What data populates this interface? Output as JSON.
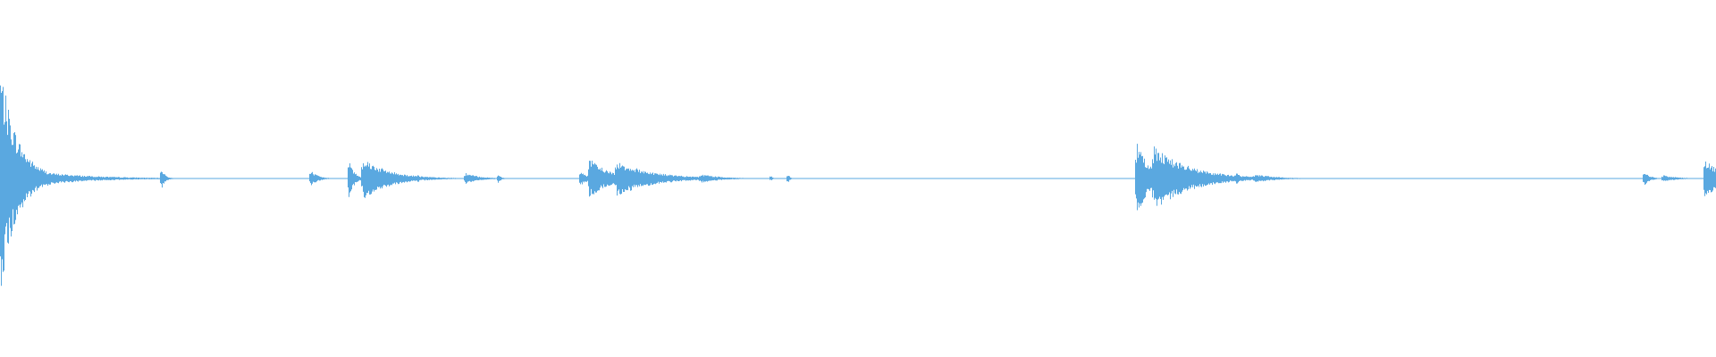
{
  "waveform": {
    "color": "#5aa8e0",
    "background": "#ffffff",
    "baseline_amplitude": 0.004,
    "events": [
      {
        "time": 0.0,
        "peak": 0.98,
        "decay": 0.01
      },
      {
        "time": 0.008,
        "peak": 0.1,
        "decay": 0.03
      },
      {
        "time": 0.094,
        "peak": 0.1,
        "decay": 0.002
      },
      {
        "time": 0.181,
        "peak": 0.07,
        "decay": 0.004
      },
      {
        "time": 0.203,
        "peak": 0.18,
        "decay": 0.003
      },
      {
        "time": 0.211,
        "peak": 0.19,
        "decay": 0.015
      },
      {
        "time": 0.233,
        "peak": 0.04,
        "decay": 0.003
      },
      {
        "time": 0.243,
        "peak": 0.05,
        "decay": 0.002
      },
      {
        "time": 0.271,
        "peak": 0.05,
        "decay": 0.008
      },
      {
        "time": 0.29,
        "peak": 0.04,
        "decay": 0.002
      },
      {
        "time": 0.338,
        "peak": 0.07,
        "decay": 0.004
      },
      {
        "time": 0.343,
        "peak": 0.18,
        "decay": 0.012
      },
      {
        "time": 0.359,
        "peak": 0.16,
        "decay": 0.02
      },
      {
        "time": 0.396,
        "peak": 0.03,
        "decay": 0.002
      },
      {
        "time": 0.408,
        "peak": 0.04,
        "decay": 0.012
      },
      {
        "time": 0.449,
        "peak": 0.03,
        "decay": 0.001
      },
      {
        "time": 0.459,
        "peak": 0.05,
        "decay": 0.001
      },
      {
        "time": 0.662,
        "peak": 0.33,
        "decay": 0.008
      },
      {
        "time": 0.672,
        "peak": 0.3,
        "decay": 0.02
      },
      {
        "time": 0.72,
        "peak": 0.06,
        "decay": 0.003
      },
      {
        "time": 0.731,
        "peak": 0.04,
        "decay": 0.012
      },
      {
        "time": 0.958,
        "peak": 0.07,
        "decay": 0.003
      },
      {
        "time": 0.969,
        "peak": 0.03,
        "decay": 0.008
      },
      {
        "time": 0.993,
        "peak": 0.18,
        "decay": 0.01
      }
    ]
  }
}
